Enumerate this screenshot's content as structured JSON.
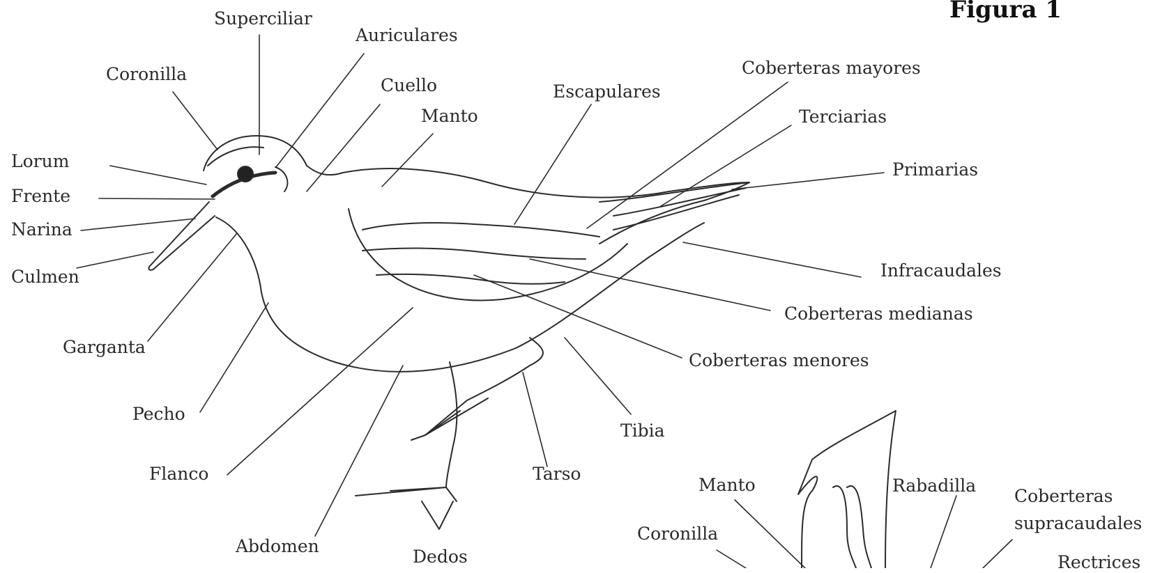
{
  "figure": {
    "title": "Figura 1"
  },
  "labels": {
    "superciliar": "Superciliar",
    "auriculares": "Auriculares",
    "coronilla": "Coronilla",
    "cuello": "Cuello",
    "escapulares": "Escapulares",
    "coberteras_mayores": "Coberteras mayores",
    "manto": "Manto",
    "terciarias": "Terciarias",
    "lorum": "Lorum",
    "primarias": "Primarias",
    "frente": "Frente",
    "narina": "Narina",
    "culmen": "Culmen",
    "infracaudales": "Infracaudales",
    "coberteras_medianas": "Coberteras medianas",
    "garganta": "Garganta",
    "coberteras_menores": "Coberteras menores",
    "pecho": "Pecho",
    "tibia": "Tibia",
    "flanco": "Flanco",
    "tarso": "Tarso",
    "abdomen": "Abdomen",
    "dedos": "Dedos",
    "manto_2": "Manto",
    "rabadilla": "Rabadilla",
    "coberteras_supracaudales_1": "Coberteras",
    "coberteras_supracaudales_2": "supracaudales",
    "coronilla_2": "Coronilla",
    "rectrices": "Rectrices"
  }
}
